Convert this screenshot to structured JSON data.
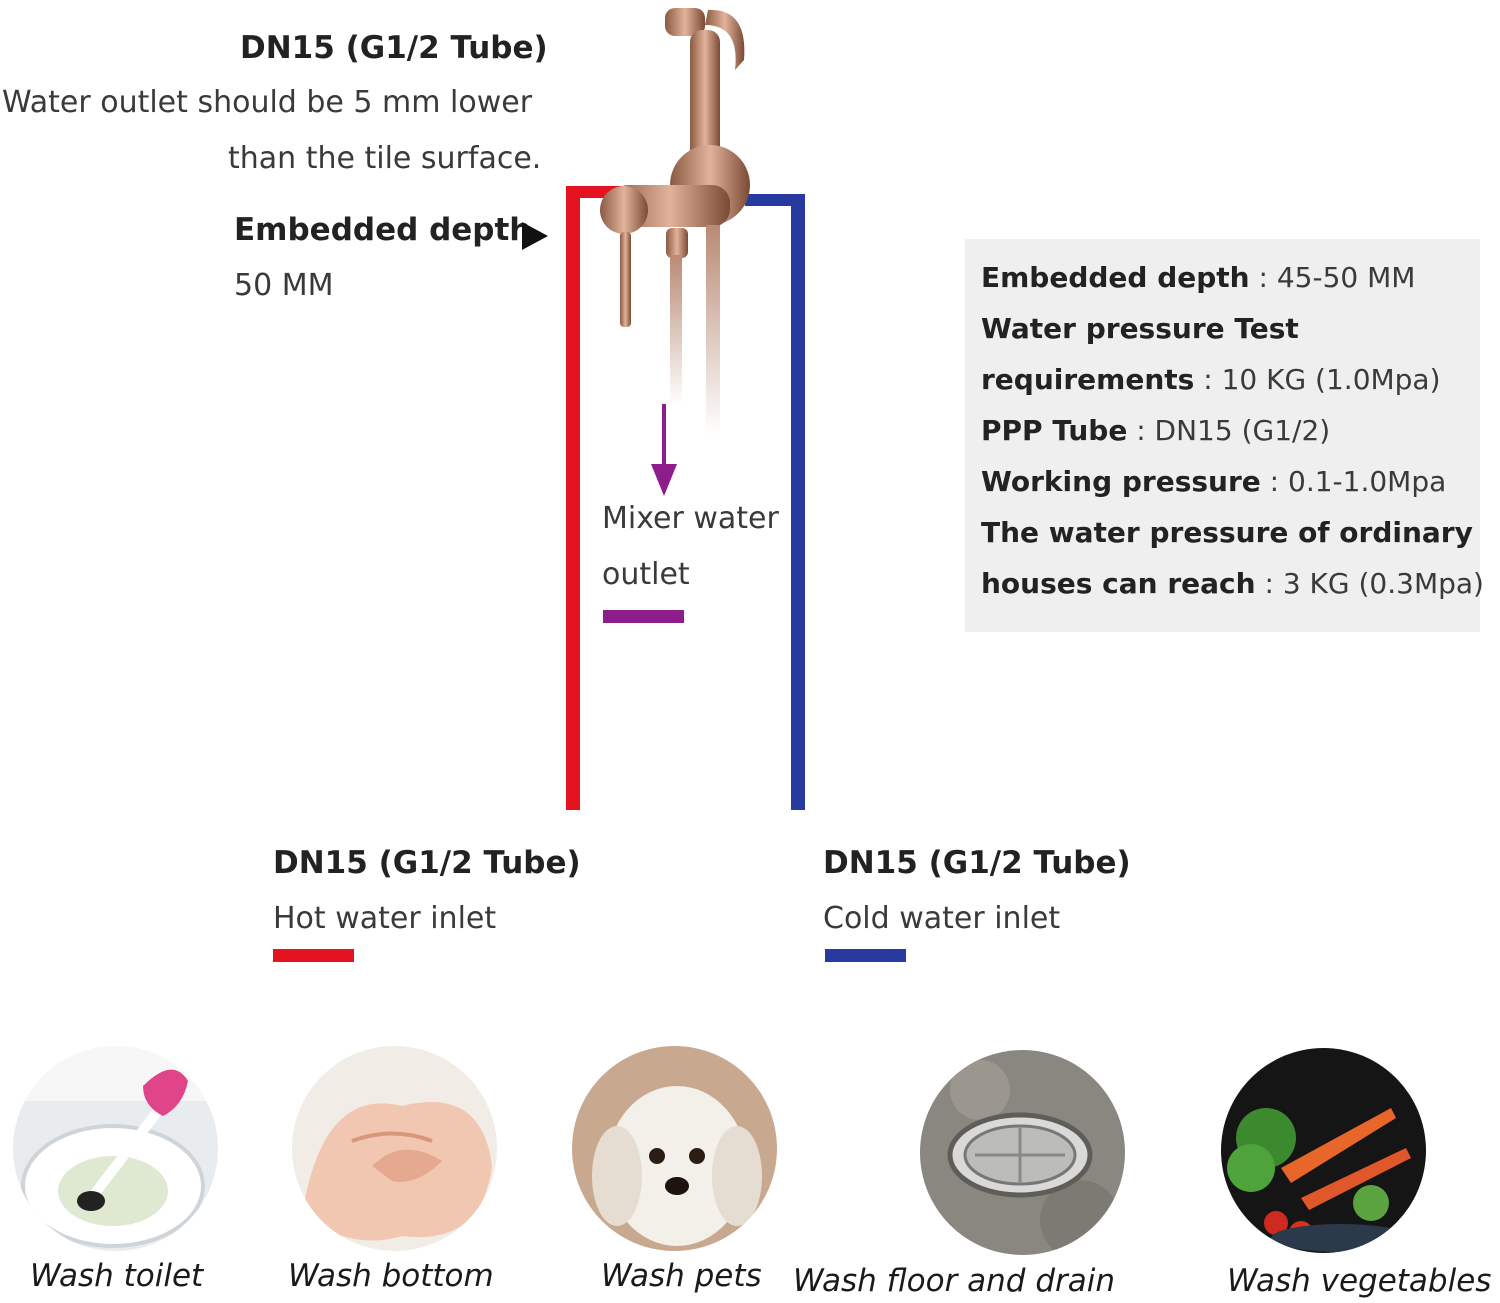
{
  "top": {
    "title": "DN15 (G1/2 Tube)",
    "note_line1": "Water outlet should be 5 mm lower",
    "note_line2": "than the tile surface.",
    "depth_label": "Embedded depth",
    "depth_value": "50 MM"
  },
  "mixer": {
    "line1": "Mixer water",
    "line2": "outlet",
    "color": "#8e1d8c"
  },
  "specs": [
    {
      "key": "Embedded depth",
      "sep": " : ",
      "value": "45-50 MM"
    },
    {
      "key": "Water pressure Test",
      "sep": "",
      "value": ""
    },
    {
      "key": "requirements",
      "sep": " : ",
      "value": "10 KG (1.0Mpa)"
    },
    {
      "key": "PPP Tube",
      "sep": " : ",
      "value": "DN15 (G1/2)"
    },
    {
      "key": "Working pressure",
      "sep": " : ",
      "value": "0.1-1.0Mpa"
    },
    {
      "key": "The water pressure of ordinary",
      "sep": "",
      "value": ""
    },
    {
      "key": "houses can reach",
      "sep": " : ",
      "value": "3 KG (0.3Mpa)"
    }
  ],
  "hot": {
    "title": "DN15 (G1/2 Tube)",
    "sub": "Hot water inlet",
    "color": "#e3141f"
  },
  "cold": {
    "title": "DN15 (G1/2 Tube)",
    "sub": "Cold water inlet",
    "color": "#283aa0"
  },
  "uses": [
    {
      "label": "Wash toilet",
      "icon": "toilet-photo"
    },
    {
      "label": "Wash bottom",
      "icon": "hand-photo"
    },
    {
      "label": "Wash pets",
      "icon": "dog-photo"
    },
    {
      "label": "Wash floor and drain",
      "icon": "drain-photo"
    },
    {
      "label": "Wash vegetables",
      "icon": "vegetables-photo"
    }
  ]
}
